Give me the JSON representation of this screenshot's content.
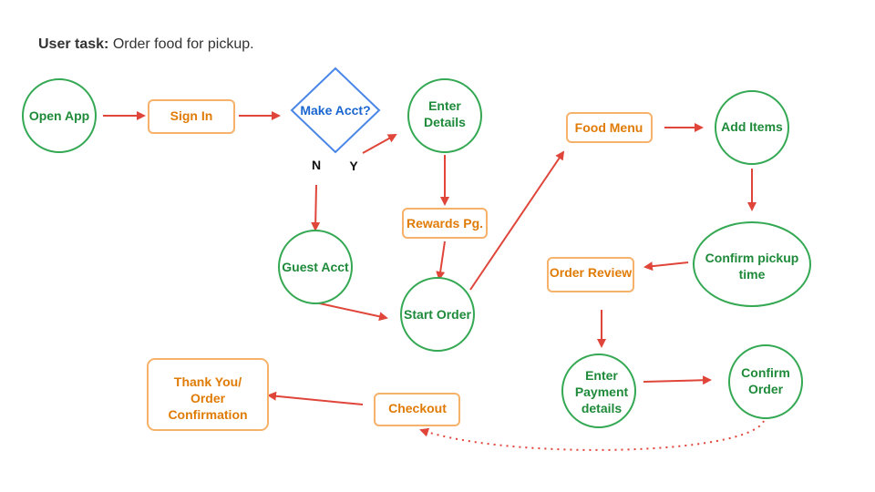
{
  "task": {
    "prefix": "User task:",
    "text": "Order food for pickup."
  },
  "colors": {
    "circle_stroke": "#34a853",
    "circle_text": "#1e8a3a",
    "rect_stroke": "#f6b26b",
    "rect_text": "#e07b06",
    "diamond_stroke": "#4a86e8",
    "diamond_text": "#1a66d1",
    "arrow": "#e0453a"
  },
  "nodes": {
    "open_app": {
      "label": "Open App"
    },
    "sign_in": {
      "label": "Sign In"
    },
    "make_acct": {
      "label": "Make Acct?"
    },
    "enter_details": {
      "line1": "Enter",
      "line2": "Details"
    },
    "rewards": {
      "label": "Rewards Pg."
    },
    "guest_acct": {
      "label": "Guest Acct"
    },
    "start_order": {
      "label": "Start Order"
    },
    "food_menu": {
      "label": "Food Menu"
    },
    "add_items": {
      "label": "Add Items"
    },
    "confirm_pickup": {
      "line1": "Confirm pickup",
      "line2": "time"
    },
    "order_review": {
      "label": "Order Review"
    },
    "enter_payment": {
      "line1": "Enter",
      "line2": "Payment",
      "line3": "details"
    },
    "confirm_order": {
      "line1": "Confirm",
      "line2": "Order"
    },
    "checkout": {
      "label": "Checkout"
    },
    "thank_you": {
      "line1": "Thank You/",
      "line2": "Order",
      "line3": "Confirmation"
    }
  },
  "branch_labels": {
    "no": "N",
    "yes": "Y"
  }
}
